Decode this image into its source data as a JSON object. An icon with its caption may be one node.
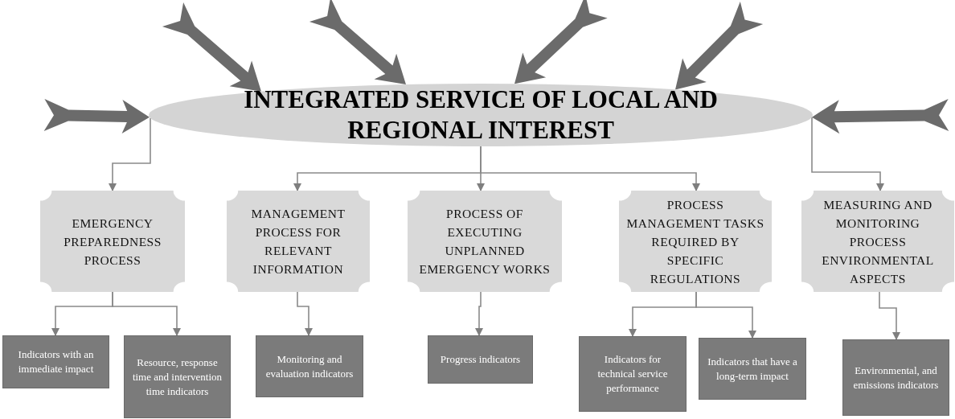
{
  "diagram": {
    "nodes": [
      {
        "text": [
          "INTEGRATED SERVICE OF LOCAL AND REGIONAL INTEREST"
        ]
      },
      {
        "text": [
          "EMERGENCY PREPAREDNESS PROCESS"
        ]
      },
      {
        "text": [
          "MANAGEMENT PROCESS FOR RELEVANT INFORMATION"
        ]
      },
      {
        "text": [
          "PROCESS OF EXECUTING UNPLANNED EMERGENCY WORKS"
        ]
      },
      {
        "text": [
          "PROCESS MANAGEMENT TASKS REQUIRED BY SPECIFIC REGULATIONS"
        ]
      },
      {
        "text": [
          "MEASURING AND MONITORING PROCESS ENVIRONMENTAL ASPECTS"
        ]
      },
      {
        "text": [
          "Indicators with an immediate impact"
        ]
      },
      {
        "text": [
          "Resource, response time and intervention time indicators"
        ]
      },
      {
        "text": [
          "Monitoring and evaluation indicators"
        ]
      },
      {
        "text": [
          "Progress indicators"
        ]
      },
      {
        "text": [
          "Indicators for technical service performance"
        ]
      },
      {
        "text": [
          "Indicators that have a long-term impact"
        ]
      },
      {
        "text": [
          "Environmental, and emissions indicators"
        ]
      }
    ],
    "edges": [
      {
        "from": 0,
        "to": 1,
        "arrow": "to"
      },
      {
        "from": 0,
        "to": 2,
        "arrow": "to"
      },
      {
        "from": 0,
        "to": 3,
        "arrow": "to"
      },
      {
        "from": 0,
        "to": 4,
        "arrow": "to"
      },
      {
        "from": 0,
        "to": 5,
        "arrow": "to"
      },
      {
        "from": 1,
        "to": 6,
        "arrow": "to"
      },
      {
        "from": 1,
        "to": 7,
        "arrow": "to"
      },
      {
        "from": 2,
        "to": 8,
        "arrow": "to"
      },
      {
        "from": 3,
        "to": 9,
        "arrow": "to"
      },
      {
        "from": 4,
        "to": 10,
        "arrow": "to"
      },
      {
        "from": 4,
        "to": 11,
        "arrow": "to"
      },
      {
        "from": 5,
        "to": 12,
        "arrow": "to"
      },
      {
        "from": null,
        "to": 0,
        "arrow": "to",
        "style": "thick"
      },
      {
        "from": null,
        "to": 0,
        "arrow": "to",
        "style": "thick"
      },
      {
        "from": null,
        "to": 0,
        "arrow": "to",
        "style": "thick"
      },
      {
        "from": null,
        "to": 0,
        "arrow": "to",
        "style": "thick"
      },
      {
        "from": null,
        "to": 0,
        "arrow": "to",
        "style": "thick"
      },
      {
        "from": null,
        "to": 0,
        "arrow": "to",
        "style": "thick"
      }
    ]
  }
}
